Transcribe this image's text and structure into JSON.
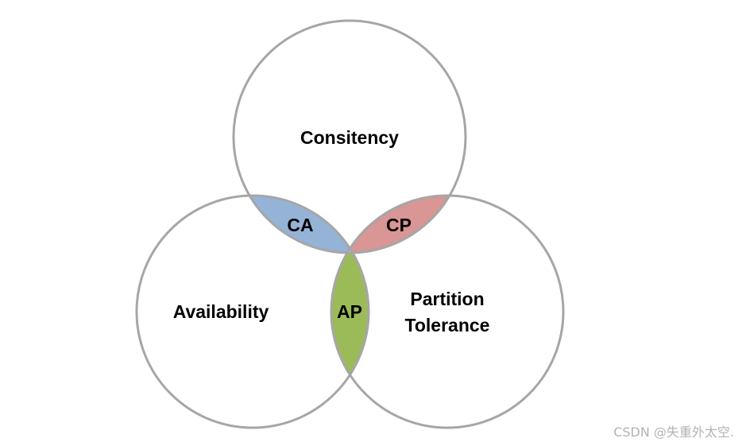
{
  "diagram": {
    "circles": {
      "consistency": "Consitency",
      "availability": "Availability",
      "partition_line1": "Partition",
      "partition_line2": "Tolerance"
    },
    "intersections": {
      "ca": "CA",
      "cp": "CP",
      "ap": "AP"
    },
    "colors": {
      "ca_fill": "#95b3d7",
      "cp_fill": "#d99694",
      "ap_fill": "#9bbb59",
      "circle_stroke": "#a6a6a6"
    }
  },
  "watermark": "CSDN @失重外太空."
}
